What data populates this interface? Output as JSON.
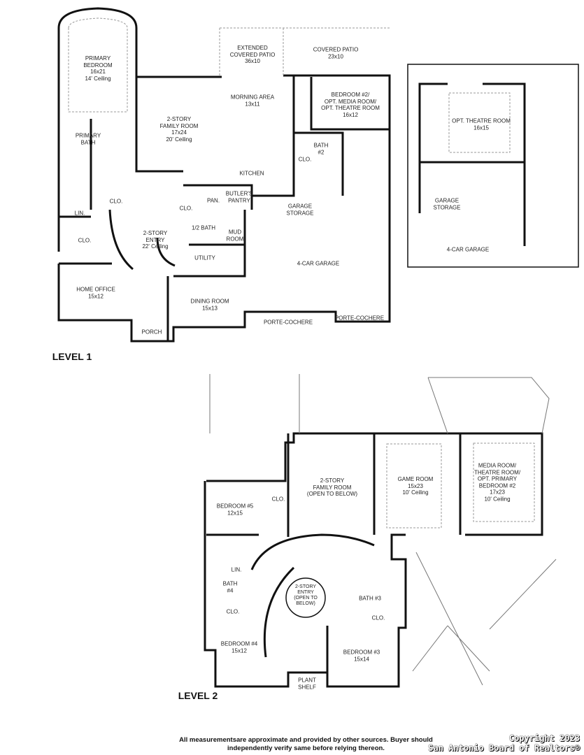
{
  "level1": {
    "title": "LEVEL 1",
    "rooms": [
      {
        "t": "PRIMARY\nBEDROOM\n16x21\n14' Ceiling"
      },
      {
        "t": "EXTENDED\nCOVERED PATIO\n36x10"
      },
      {
        "t": "COVERED PATIO\n23x10"
      },
      {
        "t": "MORNING AREA\n13x11"
      },
      {
        "t": "BEDROOM #2/\nOPT. MEDIA ROOM/\nOPT. THEATRE ROOM\n16x12"
      },
      {
        "t": "2-STORY\nFAMILY ROOM\n17x24\n20' Ceiling"
      },
      {
        "t": "PRIMARY\nBATH"
      },
      {
        "t": "BATH\n#2"
      },
      {
        "t": "CLO."
      },
      {
        "t": "KITCHEN"
      },
      {
        "t": "CLO."
      },
      {
        "t": "PAN."
      },
      {
        "t": "BUTLER'S\nPANTRY"
      },
      {
        "t": "CLO."
      },
      {
        "t": "LIN."
      },
      {
        "t": "GARAGE\nSTORAGE"
      },
      {
        "t": "2-STORY\nENTRY\n22' Ceiling"
      },
      {
        "t": "1/2 BATH"
      },
      {
        "t": "MUD\nROOM"
      },
      {
        "t": "CLO."
      },
      {
        "t": "UTILITY"
      },
      {
        "t": "4-CAR GARAGE"
      },
      {
        "t": "HOME OFFICE\n15x12"
      },
      {
        "t": "DINING ROOM\n15x13"
      },
      {
        "t": "PORCH"
      },
      {
        "t": "PORTE-COCHERE"
      },
      {
        "t": "PORTE-COCHERE"
      }
    ]
  },
  "inset": {
    "rooms": [
      {
        "t": "OPT. THEATRE ROOM\n16x15"
      },
      {
        "t": "GARAGE\nSTORAGE"
      },
      {
        "t": "4-CAR GARAGE"
      }
    ]
  },
  "level2": {
    "title": "LEVEL 2",
    "rooms": [
      {
        "t": "2-STORY\nFAMILY ROOM\n(OPEN TO BELOW)"
      },
      {
        "t": "GAME ROOM\n15x23\n10' Ceiling"
      },
      {
        "t": "MEDIA ROOM/\nTHEATRE ROOM/\nOPT. PRIMARY\nBEDROOM #2\n17x23\n10' Ceiling"
      },
      {
        "t": "BEDROOM #5\n12x15"
      },
      {
        "t": "CLO."
      },
      {
        "t": "LIN."
      },
      {
        "t": "BATH\n#4"
      },
      {
        "t": "2-STORY\nENTRY\n(OPEN TO\nBELOW)"
      },
      {
        "t": "BATH #3"
      },
      {
        "t": "CLO."
      },
      {
        "t": "CLO."
      },
      {
        "t": "BEDROOM #4\n15x12"
      },
      {
        "t": "BEDROOM #3\n15x14"
      },
      {
        "t": "PLANT\nSHELF"
      }
    ]
  },
  "footer": {
    "disclaimer": "All measurementsare approximate and provided by other sources. Buyer should independently verify same before relying thereon.",
    "copyright1": "Copyright 2023",
    "copyright2": "San Antonio Board of Realtors®"
  }
}
